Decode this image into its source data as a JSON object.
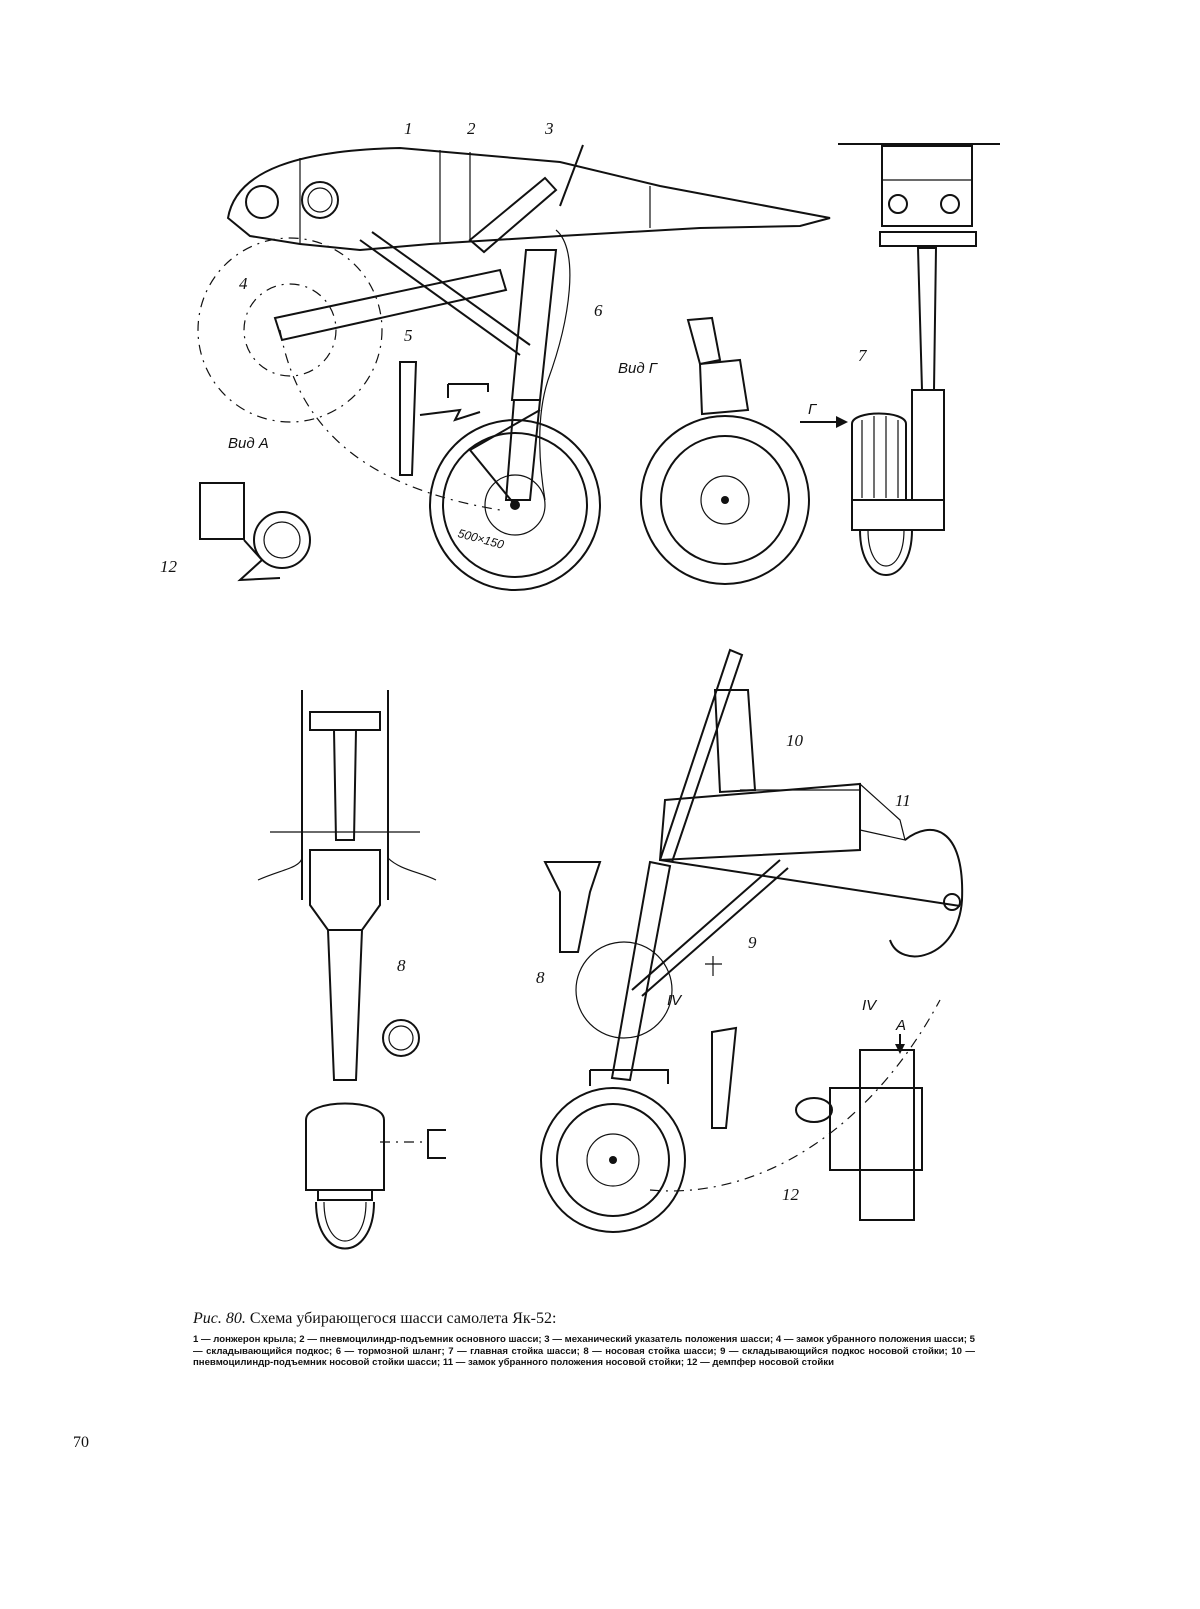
{
  "figure": {
    "callouts": {
      "c1": "1",
      "c2": "2",
      "c3": "3",
      "c4": "4",
      "c5": "5",
      "c6": "6",
      "c7": "7",
      "c8a": "8",
      "c8b": "8",
      "c9": "9",
      "c10": "10",
      "c11": "11",
      "c12a": "12",
      "c12b": "12"
    },
    "view_labels": {
      "view_a": "Вид А",
      "view_g": "Вид Г",
      "arrow_g": "Г",
      "detail_iv": "IV",
      "detail_iv_title": "IV",
      "arrow_a": "А"
    },
    "tire_marking": "500×150"
  },
  "caption": {
    "figure_number": "Рис. 80.",
    "title": "Схема убирающегося шасси самолета Як-52:",
    "legend": "1 — лонжерон крыла; 2 — пневмоцилиндр-подъемник основного шасси; 3 — механический указатель положения шасси; 4 — замок убранного положения шасси; 5 — складывающийся подкос; 6 — тормозной шланг; 7 — главная стойка шасси; 8 — носовая стойка шасси; 9 — складывающийся подкос носовой стойки; 10 — пневмоцилиндр-подъемник носовой стойки шасси; 11 — замок убранного положения носовой стойки; 12 — демпфер носовой стойки"
  },
  "page_number": "70"
}
